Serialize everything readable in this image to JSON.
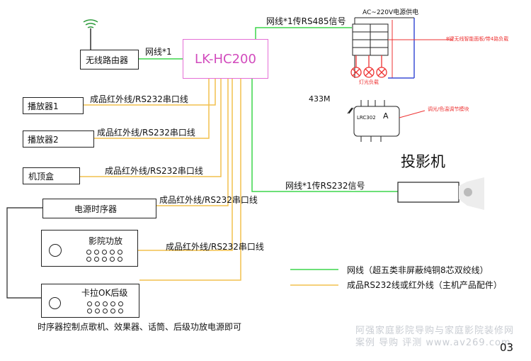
{
  "hub": {
    "label": "LK-HC200"
  },
  "router": {
    "label": "无线路由器",
    "link_label": "网线*1"
  },
  "rs485": {
    "label": "网线*1传RS485信号"
  },
  "power_label": "AC~220V电源供电",
  "panel_label": "8键无线智能面板/带4路负载",
  "lamp_label": "灯光负载",
  "wireless_label": "433M",
  "dimmer": {
    "model": "LRC302",
    "label": "调光/色温调节模块"
  },
  "projector": {
    "title": "投影机",
    "link_label": "网线*1传RS232信号"
  },
  "devices": {
    "player1": "播放器1",
    "player2": "播放器2",
    "stb": "机顶盒",
    "sequencer": "电源时序器",
    "amp": "影院功放",
    "karaoke": "卡拉OK后级"
  },
  "cable_label": "成品红外线/RS232串口线",
  "footnote": "时序器控制点歌机、效果器、话筒、后级功放电源即可",
  "legend": {
    "network": "网线（超五类非屏蔽纯铜8芯双绞线）",
    "serial": "成品RS232线或红外线（主机产品配件）",
    "network_color": "#3dd64b",
    "serial_color": "#f2c14e"
  },
  "watermark": {
    "line1": "阿强家庭影院导购与家庭影院装修网",
    "line2": "案例 导购 评测 www.av269.com"
  },
  "page_number": "03"
}
